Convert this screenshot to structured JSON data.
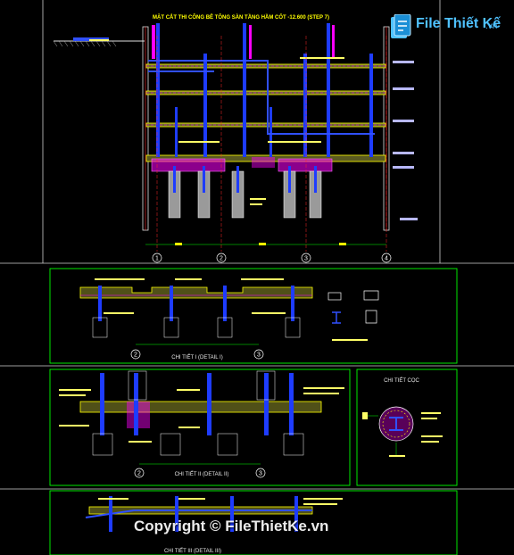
{
  "title": "MẶT CẮT THI CÔNG BÊ TÔNG SÀN TẦNG HẦM CỐT -12.600 (STEP 7)",
  "axes": [
    "1",
    "2",
    "3",
    "4"
  ],
  "detail1": {
    "title": "CHI TIẾT I (DETAIL I)",
    "axes": [
      "2",
      "3"
    ]
  },
  "detail2": {
    "title": "CHI TIẾT II (DETAIL II)",
    "axes": [
      "2",
      "3"
    ]
  },
  "detail3": {
    "title": "CHI TIẾT III (DETAIL III)"
  },
  "pile": {
    "title": "CHI TIẾT CỌC"
  },
  "logo": {
    "name": "File Thiết Kế",
    "suffix": ".vn"
  },
  "watermark": "Copyright © FileThietKe.vn",
  "colors": {
    "slab": "#ffff00",
    "column": "#1e3cff",
    "pile": "#b8b8b8",
    "rebar": "#ff00ff",
    "frame": "#00ff00",
    "grid": "#ff2a2a"
  }
}
